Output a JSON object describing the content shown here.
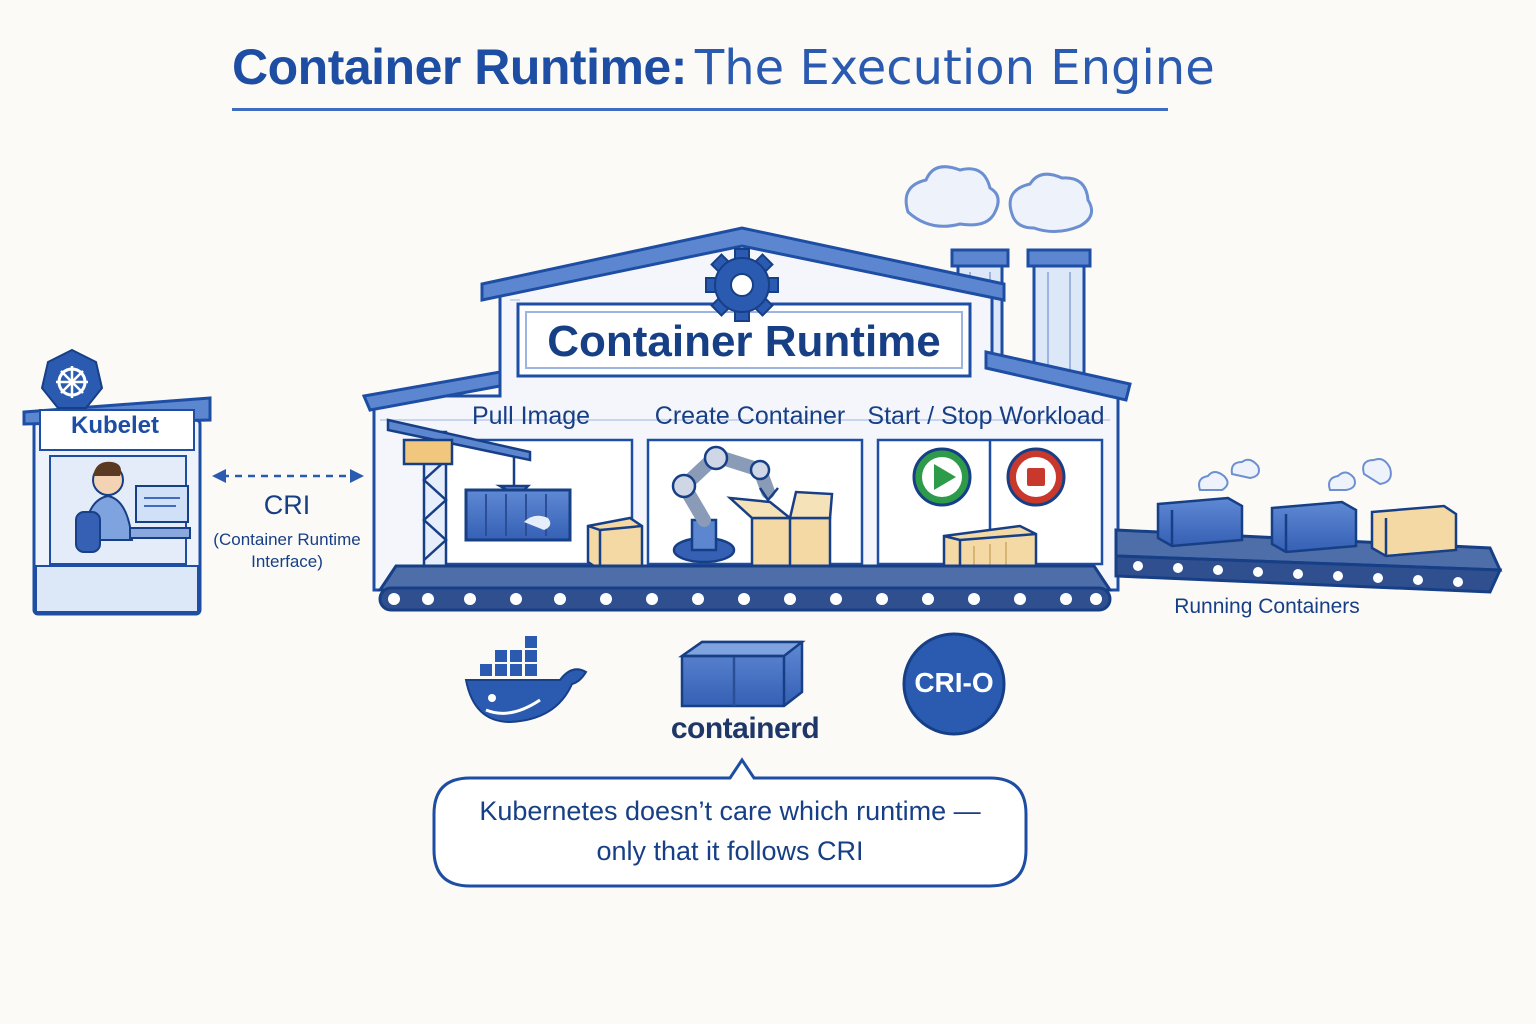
{
  "title": {
    "bold": "Container Runtime:",
    "light": "The Execution Engine"
  },
  "kubelet": {
    "label": "Kubelet"
  },
  "cri": {
    "name": "CRI",
    "expansion_line1": "(Container Runtime",
    "expansion_line2": "Interface)"
  },
  "factory": {
    "sign": "Container Runtime",
    "stages": [
      "Pull Image",
      "Create Container",
      "Start / Stop Workload"
    ]
  },
  "running": {
    "label": "Running Containers"
  },
  "runtimes": {
    "containerd": "containerd",
    "crio": "CRI-O"
  },
  "note": {
    "line1": "Kubernetes doesn’t care which runtime —",
    "line2": "only that it follows CRI"
  },
  "colors": {
    "primary": "#1e4ea3",
    "accent": "#3d6cc0",
    "light_blue": "#dce7f8",
    "box_tan": "#f4d9a4",
    "start_green": "#2e9b4a",
    "stop_red": "#c8382d"
  }
}
